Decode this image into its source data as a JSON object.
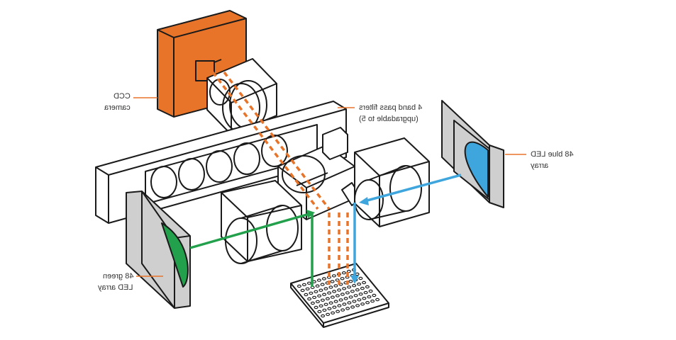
{
  "labels": {
    "ccd_line1": "CCD",
    "ccd_line2": "camera",
    "filters_line1": "4 band pass filters",
    "filters_line2": "(upgradable to 5)",
    "blue_line1": "48 blue LED",
    "blue_line2": "array",
    "green_line1": "48 green",
    "green_line2": "LED array"
  },
  "colors": {
    "camera": "#e8742a",
    "filter_light": "#e8742a",
    "blue_light": "#3fa6dd",
    "green_light": "#22a04b",
    "panel_gray": "#cfcfcf",
    "outline": "#1a1a1a",
    "label_text": "#333333"
  }
}
